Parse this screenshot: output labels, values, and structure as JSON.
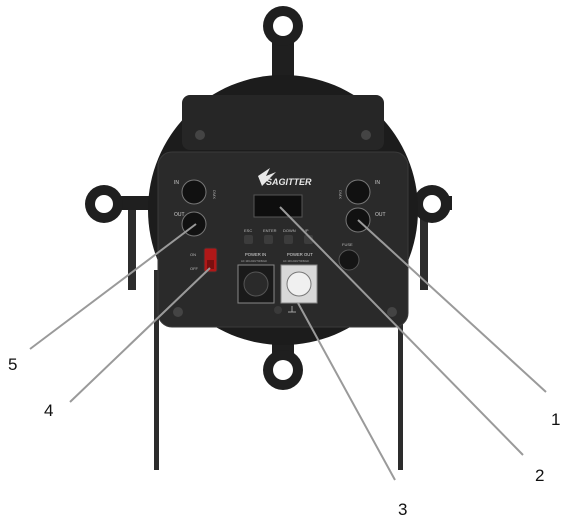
{
  "brand": {
    "name": "SAGITTER"
  },
  "panel": {
    "dmx_in_label": "IN",
    "dmx_out_label": "OUT",
    "dmx_side_label": "DMX",
    "buttons": [
      "ESC",
      "ENTER",
      "DOWN",
      "UP"
    ],
    "switch_on_label": "ON",
    "switch_off_label": "OFF",
    "power_in_label": "POWER IN",
    "power_in_spec": "AC 100-240V 50/60Hz",
    "power_out_label": "POWER OUT",
    "power_out_spec": "AC 100-240V 50/60Hz",
    "fuse_label": "FUSE"
  },
  "callouts": [
    {
      "id": "1",
      "label": "1"
    },
    {
      "id": "2",
      "label": "2"
    },
    {
      "id": "3",
      "label": "3"
    },
    {
      "id": "4",
      "label": "4"
    },
    {
      "id": "5",
      "label": "5"
    }
  ],
  "colors": {
    "body": "#1c1c1c",
    "panel": "#2a2a2a",
    "leader": "#9a9a9a",
    "display": "#0e0e0e"
  }
}
